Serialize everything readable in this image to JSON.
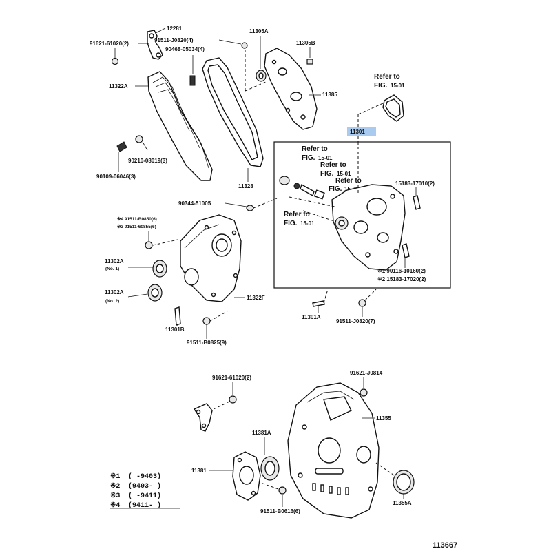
{
  "labels": {
    "p12281": "12281",
    "p91621_61020_2_top": "91621-61020(2)",
    "p91511_J0820_4": "91511-J0820(4)",
    "p90468_05034": "90468-05034(4)",
    "p11305A": "11305A",
    "p11305B": "11305B",
    "p11322A": "11322A",
    "p11385": "11385",
    "p11301": "11301",
    "p90210_08019": "90210-08019(3)",
    "p90109_06046": "90109-06046(3)",
    "p11328": "11328",
    "p90344_51005": "90344-51005",
    "p15183_17010": "15183-17010(2)",
    "p91511_B0850": "※4 91511-B0850(6)",
    "p91511_60855": "※3 91511-60855(6)",
    "p11302A_1": "11302A",
    "p11302A_1_sub": "(No. 1)",
    "p11302A_2": "11302A",
    "p11302A_2_sub": "(No. 2)",
    "p11322F": "11322F",
    "p11301B": "11301B",
    "p91511_B0825": "91511-B0825(9)",
    "p11301A": "11301A",
    "p91511_J0820_7": "91511-J0820(7)",
    "p90116_10160": "※1 90116-10160(2)",
    "p15183_17020": "※2 15183-17020(2)",
    "p91621_61020_2_bottom": "91621-61020(2)",
    "p91621_J0814": "91621-J0814",
    "p11355": "11355",
    "p11381A": "11381A",
    "p11381": "11381",
    "p11355A": "11355A",
    "p91511_B0616": "91511-B0616(6)",
    "refer_word": "Refer to",
    "fig_word": "FIG.",
    "fig_num": "15-01"
  },
  "key_table": [
    {
      "mark": "※1",
      "range": "(    -9403)"
    },
    {
      "mark": "※2",
      "range": "(9403-    )"
    },
    {
      "mark": "※3",
      "range": "(    -9411)"
    },
    {
      "mark": "※4",
      "range": "(9411-    )"
    }
  ],
  "figure_number": "113667",
  "colors": {
    "highlight": "#a9cbf0",
    "ink": "#111111"
  }
}
